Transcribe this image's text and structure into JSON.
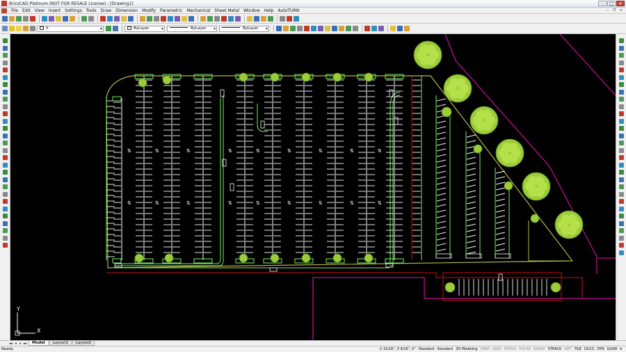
{
  "window": {
    "title": "BricsCAD Platinum (NOT FOR RESALE License) - [Drawing1]",
    "buttons": {
      "minimize": "–",
      "maximize": "□",
      "close": "✕"
    }
  },
  "menu": {
    "items": [
      "File",
      "Edit",
      "View",
      "Insert",
      "Settings",
      "Tools",
      "Draw",
      "Dimension",
      "Modify",
      "Parametric",
      "Mechanical",
      "Sheet Metal",
      "Window",
      "Help",
      "AutoTURN"
    ],
    "doc_buttons": {
      "minimize": "–",
      "restore": "❐",
      "close": "✕"
    }
  },
  "layers_bar": {
    "layer_value": "0",
    "color_value": "ByLayer",
    "linetype_value": "ByLayer",
    "lineweight_value": "ByLayer"
  },
  "drawing": {
    "ucs_x_label": "X",
    "ucs_y_label": "Y"
  },
  "tabs": {
    "nav": [
      "◂◂",
      "◂",
      "▸",
      "▸▸"
    ],
    "items": [
      "Model",
      "Layout1",
      "Layout2"
    ],
    "active": "Model"
  },
  "status": {
    "left": "Ready",
    "coords": "-2 15/16\", 3 9/16\", 0\"",
    "text_style": "Standard",
    "dim_style": "Standard",
    "workspace": "3D Modeling",
    "toggles": [
      {
        "label": "SNAP",
        "on": false
      },
      {
        "label": "GRID",
        "on": false
      },
      {
        "label": "ORTHO",
        "on": false
      },
      {
        "label": "POLAR",
        "on": false
      },
      {
        "label": "ESNAP",
        "on": false
      },
      {
        "label": "STRACK",
        "on": true
      },
      {
        "label": "LWT",
        "on": false
      },
      {
        "label": "TILE",
        "on": true
      },
      {
        "label": "DUCS",
        "on": true
      },
      {
        "label": "DYN",
        "on": true
      },
      {
        "label": "QUAD",
        "on": true
      }
    ],
    "arrow": "▾"
  },
  "colors": {
    "canvas": "#000000",
    "stall_lines": "#ffffff",
    "islands": "#7cf06a",
    "magenta": "#c0108f",
    "red": "#d01010",
    "olive": "#b6b84a",
    "tree": "#9ccc3a"
  }
}
